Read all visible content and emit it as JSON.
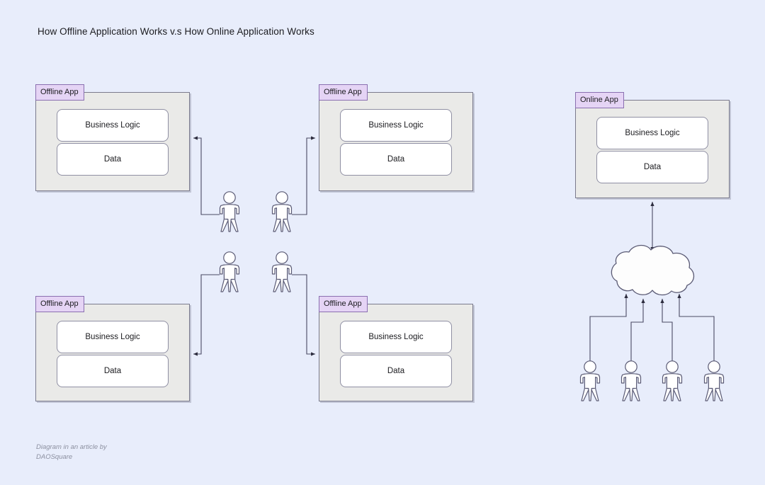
{
  "diagram": {
    "title": "How Offline Application Works v.s How Online Application Works",
    "credit": "Diagram in an article by\nDAOSquare",
    "background_color": "#e8edfb",
    "label_fill": "#e5d4f5",
    "label_border": "#8a6fb0",
    "panel_fill": "#eaeae8",
    "panel_border": "#7a7a8c",
    "inner_fill": "#ffffff",
    "connector_color": "#4a4a63",
    "actor_fill": "#ffffff",
    "actor_stroke": "#5a5a74",
    "cloud_fill": "#fdfdfd",
    "cloud_stroke": "#5a5a74"
  },
  "apps": [
    {
      "id": "offline-top-left",
      "label": "Offline App",
      "layers": [
        {
          "name": "Business Logic"
        },
        {
          "name": "Data"
        }
      ]
    },
    {
      "id": "offline-top-right",
      "label": "Offline App",
      "layers": [
        {
          "name": "Business Logic"
        },
        {
          "name": "Data"
        }
      ]
    },
    {
      "id": "offline-bottom-left",
      "label": "Offline App",
      "layers": [
        {
          "name": "Business Logic"
        },
        {
          "name": "Data"
        }
      ]
    },
    {
      "id": "offline-bottom-right",
      "label": "Offline App",
      "layers": [
        {
          "name": "Business Logic"
        },
        {
          "name": "Data"
        }
      ]
    },
    {
      "id": "online-app",
      "label": "Online App",
      "layers": [
        {
          "name": "Business Logic"
        },
        {
          "name": "Data"
        }
      ]
    }
  ],
  "actors": [
    {
      "id": "actor-offline-1",
      "group": "offline-top"
    },
    {
      "id": "actor-offline-2",
      "group": "offline-top"
    },
    {
      "id": "actor-offline-3",
      "group": "offline-bottom"
    },
    {
      "id": "actor-offline-4",
      "group": "offline-bottom"
    },
    {
      "id": "actor-online-1",
      "group": "online"
    },
    {
      "id": "actor-online-2",
      "group": "online"
    },
    {
      "id": "actor-online-3",
      "group": "online"
    },
    {
      "id": "actor-online-4",
      "group": "online"
    }
  ],
  "cloud": {
    "id": "network-cloud",
    "label": ""
  }
}
